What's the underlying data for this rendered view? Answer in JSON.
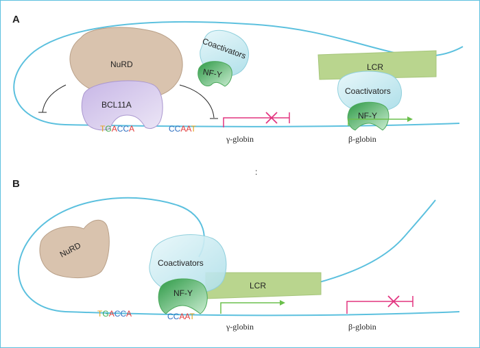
{
  "colors": {
    "dna": "#5bc0de",
    "nurd": "#d9c3ae",
    "bcl11a": "#d6c9ea",
    "coactivators": "#c8e9f0",
    "nfy": "#73c27c",
    "lcr": "#b9d58e",
    "repressed": "#e2337f",
    "active": "#6abf4b",
    "seq_T": "#e3a21a",
    "seq_G": "#3aa84a",
    "seq_A": "#e23b3b",
    "seq_C": "#2f6fc0"
  },
  "panelA": {
    "label": "A",
    "nurd": "NuRD",
    "bcl11a": "BCL11A",
    "coactivators_free": "Coactivators",
    "nfy_free": "NF-Y",
    "lcr": "LCR",
    "coactivators_lcr": "Coactivators",
    "nfy_lcr": "NF-Y",
    "seq1": "TGACCA",
    "seq2": "CCAAT",
    "gamma": "γ-globin",
    "beta": "β-globin"
  },
  "colon": ":",
  "panelB": {
    "label": "B",
    "nurd": "NuRD",
    "coactivators": "Coactivators",
    "nfy": "NF-Y",
    "lcr": "LCR",
    "seq1": "TGACCA",
    "seq2": "CCAAT",
    "gamma": "γ-globin",
    "beta": "β-globin"
  }
}
